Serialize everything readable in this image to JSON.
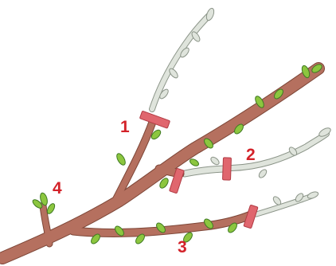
{
  "colors": {
    "branch_old": "#b5705f",
    "branch_old_outline": "#7d4637",
    "branch_new": "#dfe4dc",
    "branch_new_outline": "#8b9488",
    "leaf": "#8cc63f",
    "leaf_outline": "#3f7a23",
    "bud_pink": "#d79a8a",
    "cut_mark": "#e0666e",
    "cut_mark_outline": "#b13b44",
    "label": "#d32229"
  },
  "labels": [
    {
      "id": "1",
      "text": "1"
    },
    {
      "id": "2",
      "text": "2"
    },
    {
      "id": "3",
      "text": "3"
    },
    {
      "id": "4",
      "text": "4"
    }
  ]
}
